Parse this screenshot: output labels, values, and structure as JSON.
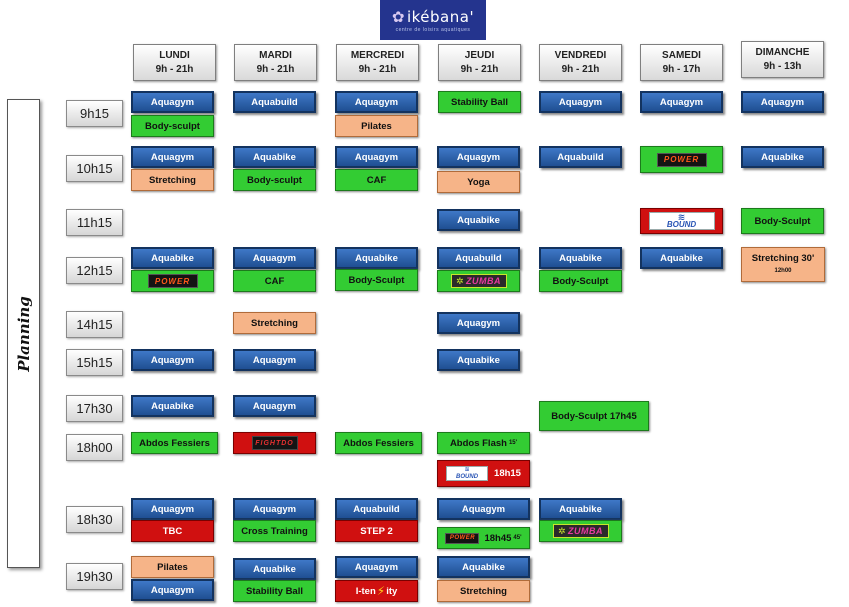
{
  "brand": {
    "name": "ikébana'",
    "tagline": "centre de loisirs aquatiques"
  },
  "side_label": "Planning",
  "colors": {
    "blue": "#1f4f92",
    "green": "#33cc33",
    "orange": "#f6b488",
    "red": "#d01010"
  },
  "days": [
    {
      "name": "LUNDI",
      "hours": "9h - 21h"
    },
    {
      "name": "MARDI",
      "hours": "9h - 21h"
    },
    {
      "name": "MERCREDI",
      "hours": "9h - 21h"
    },
    {
      "name": "JEUDI",
      "hours": "9h - 21h"
    },
    {
      "name": "VENDREDI",
      "hours": "9h - 21h"
    },
    {
      "name": "SAMEDI",
      "hours": "9h - 17h"
    },
    {
      "name": "DIMANCHE",
      "hours": "9h - 13h"
    }
  ],
  "hours": [
    "9h15",
    "10h15",
    "11h15",
    "12h15",
    "14h15",
    "15h15",
    "17h30",
    "18h00",
    "18h30",
    "19h30"
  ],
  "classes": {
    "lun": {
      "aquagym_915": "Aquagym",
      "bodysculpt_915": "Body-sculpt",
      "aquagym_1015": "Aquagym",
      "stretching_1015": "Stretching",
      "aquabike_1215": "Aquabike",
      "power_1215": "POWER",
      "aquagym_1515": "Aquagym",
      "aquabike_1730": "Aquabike",
      "abdos_1800": "Abdos Fessiers",
      "aquagym_1830": "Aquagym",
      "tbc_1830": "TBC",
      "pilates_1930": "Pilates",
      "aquagym_1930": "Aquagym"
    },
    "mar": {
      "aquabuild_915": "Aquabuild",
      "aquabike_1015": "Aquabike",
      "bodysculpt_1015": "Body-sculpt",
      "aquagym_1215": "Aquagym",
      "caf_1215": "CAF",
      "stretching_1415": "Stretching",
      "aquagym_1515": "Aquagym",
      "aquagym_1730": "Aquagym",
      "fightdo_1800": "FIGHTDO",
      "aquagym_1830": "Aquagym",
      "crosstraining_1830": "Cross Training",
      "aquabike_1930": "Aquabike",
      "stabilityball_1930": "Stability Ball"
    },
    "mer": {
      "aquagym_915": "Aquagym",
      "pilates_915": "Pilates",
      "aquagym_1015": "Aquagym",
      "caf_1015": "CAF",
      "aquabike_1215": "Aquabike",
      "bodysculpt_1215": "Body-Sculpt",
      "abdos_1800": "Abdos Fessiers",
      "aquabuild_1830": "Aquabuild",
      "step_1830": "STEP 2",
      "aquagym_1930": "Aquagym",
      "itensity_a": "I-ten",
      "itensity_b": "ity"
    },
    "jeu": {
      "stability_915": "Stability Ball",
      "aquagym_1015": "Aquagym",
      "yoga_1015": "Yoga",
      "aquabike_1115": "Aquabike",
      "aquabuild_1215": "Aquabuild",
      "zumba_1215": "ZUMBA",
      "aquagym_1415": "Aquagym",
      "aquabike_1515": "Aquabike",
      "abdosflash_1800": "Abdos Flash",
      "abdosflash_dur": "15'",
      "bound_1815_logo": "BOUND",
      "bound_1815_time": "18h15",
      "aquagym_1830": "Aquagym",
      "power_1845_logo": "POWER",
      "power_1845_time": "18h45",
      "power_1845_dur": "45'",
      "aquabike_1930": "Aquabike",
      "stretching_1930": "Stretching"
    },
    "ven": {
      "aquagym_915": "Aquagym",
      "aquabuild_1015": "Aquabuild",
      "aquabike_1215": "Aquabike",
      "bodysculpt_1215": "Body-Sculpt",
      "bodysculpt_1745": "Body-Sculpt 17h45",
      "aquabike_1830": "Aquabike",
      "zumba_1830": "ZUMBA"
    },
    "sam": {
      "aquagym_915": "Aquagym",
      "power_1015": "POWER",
      "bound_1115": "BOUND",
      "aquabike_1215": "Aquabike"
    },
    "dim": {
      "aquagym_915": "Aquagym",
      "aquabike_1015": "Aquabike",
      "bodysculpt_1115": "Body-Sculpt",
      "stretching_1215": "Stretching 30'",
      "stretching_1215_time": "12h00"
    }
  }
}
